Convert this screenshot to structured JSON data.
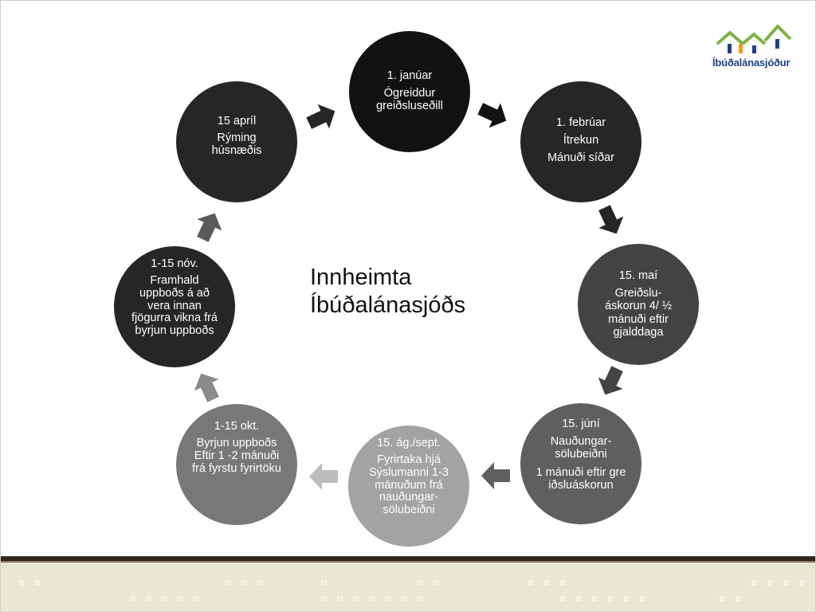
{
  "title": {
    "line1": "Innheimta",
    "line2": "Íbúðalánasjóðs"
  },
  "logo": {
    "text": "Íbúðalánasjóður"
  },
  "colors": {
    "black": "#121212",
    "dark": "#262626",
    "gray_dark": "#434343",
    "gray_mid": "#5f5f5f",
    "gray": "#787878",
    "gray_light": "#a3a3a3",
    "logo_green": "#7cb342",
    "logo_blue": "#1f3f8c",
    "logo_orange": "#f39c12"
  },
  "nodes": [
    {
      "id": "jan",
      "lines": [
        "1. janúar",
        "Ógreiddur greiðsluseðill"
      ]
    },
    {
      "id": "feb",
      "lines": [
        "1. febrúar",
        "Ítrekun",
        "Mánuði síðar"
      ]
    },
    {
      "id": "mai",
      "lines": [
        "15. maí",
        "Greiðslu-áskorun 4/ ½ mánuði eftir gjalddaga"
      ]
    },
    {
      "id": "jun",
      "lines": [
        "15. júní",
        "Nauðungar-sölubeiðni",
        "1 mánuði eftir greiðsluáskorun"
      ]
    },
    {
      "id": "agsept",
      "lines": [
        "15. ág./sept.",
        "Fyrirtaka hjá Sýslumanni 1-3 mánuðum frá nauðungar-sölubeiðni"
      ]
    },
    {
      "id": "okt",
      "lines": [
        "1-15 okt.",
        "Byrjun uppboðs  Eftir 1 -2 mánuði frá fyrstu fyrirtöku"
      ]
    },
    {
      "id": "nov",
      "lines": [
        "1-15 nóv.",
        "Framhald uppboðs á að vera  innan fjögurra vikna frá byrjun uppboðs"
      ]
    },
    {
      "id": "apr",
      "lines": [
        "15 apríl",
        "Rýming húsnæðis"
      ]
    }
  ]
}
